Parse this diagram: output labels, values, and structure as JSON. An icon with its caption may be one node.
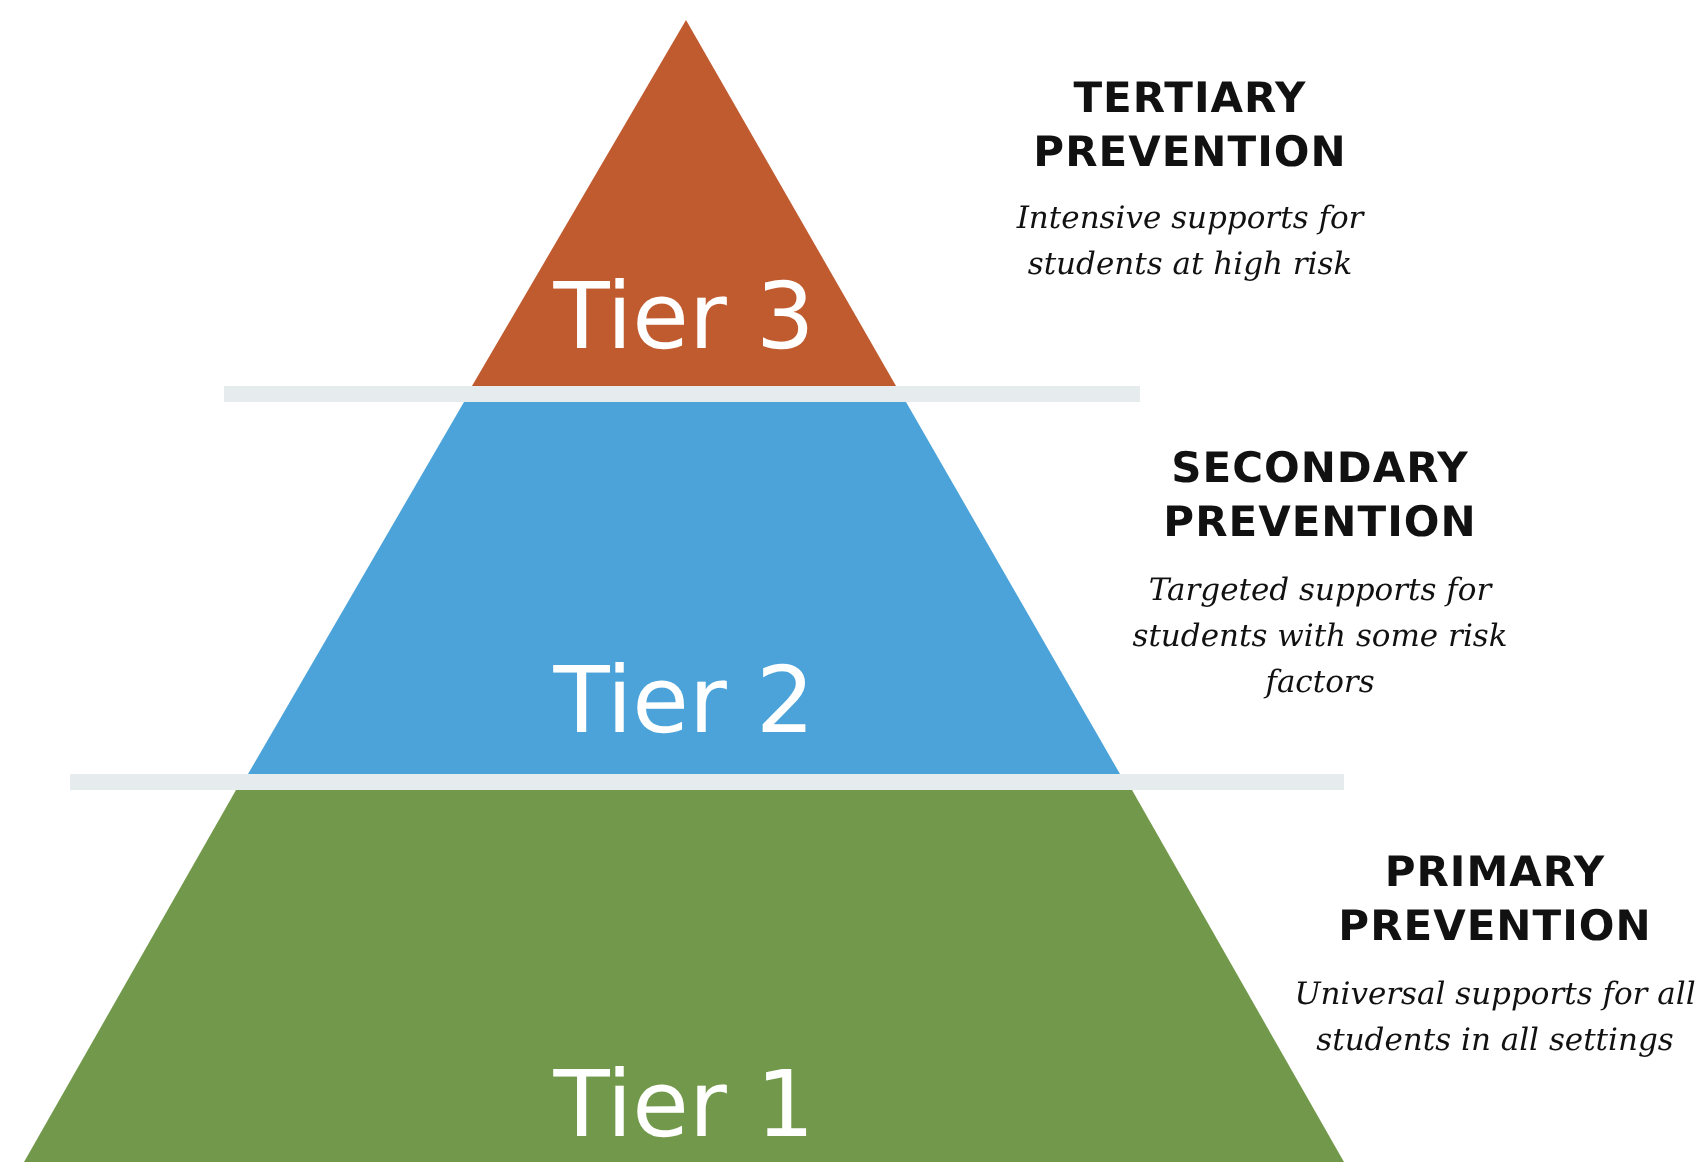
{
  "diagram": {
    "nodes": [
      {
        "text": [
          "Tier 3"
        ],
        "beside": [
          "TERTIARY PREVENTION",
          "Intensive supports for students at high risk"
        ]
      },
      {
        "text": [
          "Tier 2"
        ],
        "beside": [
          "SECONDARY PREVENTION",
          "Targeted supports for students with some risk factors"
        ]
      },
      {
        "text": [
          "Tier 1"
        ],
        "beside": [
          "PRIMARY PREVENTION",
          "Universal supports for all students in all settings"
        ]
      }
    ]
  }
}
